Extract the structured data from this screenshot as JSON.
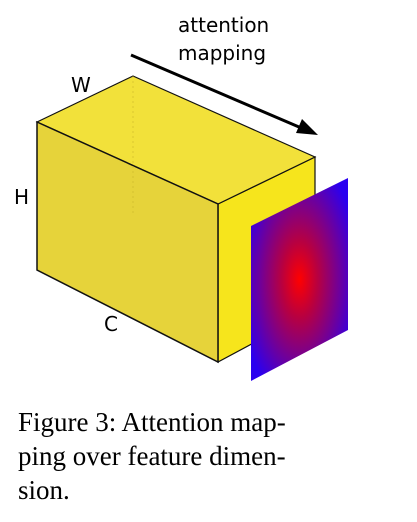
{
  "diagram": {
    "labels": {
      "arrow_line1": "attention",
      "arrow_line2": "mapping",
      "width": "W",
      "height": "H",
      "channels": "C"
    },
    "colors": {
      "cube_front": "#e6d33a",
      "cube_top": "#f2e13a",
      "cube_side": "#f6e51c",
      "cube_edge": "#111111",
      "map_center": "#ff0000",
      "map_edge": "#2a00f0"
    }
  },
  "caption": {
    "line1": "Figure 3: Attention map-",
    "line2": "ping over feature dimen-",
    "line3": "sion."
  }
}
